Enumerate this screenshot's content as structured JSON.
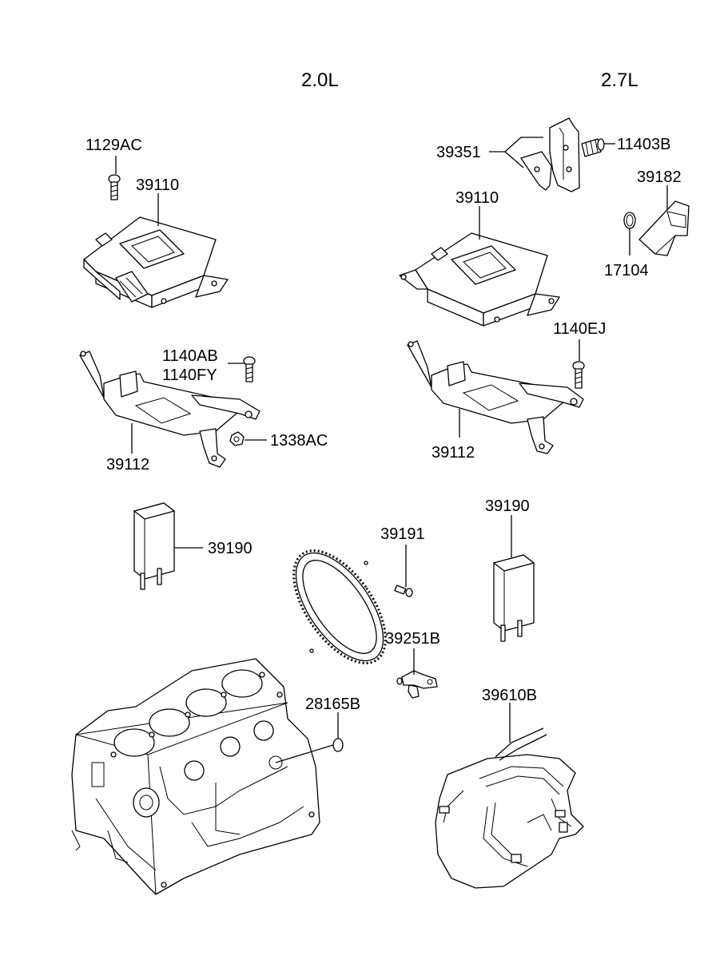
{
  "headers": {
    "left": "2.0L",
    "right": "2.7L"
  },
  "labels": {
    "l_1129AC": "1129AC",
    "l_39110_a": "39110",
    "l_1140AB": "1140AB",
    "l_1140FY": "1140FY",
    "l_1338AC": "1338AC",
    "l_39112_a": "39112",
    "l_39190_a": "39190",
    "l_39351": "39351",
    "l_11403B": "11403B",
    "l_39182": "39182",
    "l_39110_b": "39110",
    "l_17104": "17104",
    "l_1140EJ": "1140EJ",
    "l_39112_b": "39112",
    "l_39190_b": "39190",
    "l_39191": "39191",
    "l_39251B": "39251B",
    "l_28165B": "28165B",
    "l_39610B": "39610B"
  }
}
